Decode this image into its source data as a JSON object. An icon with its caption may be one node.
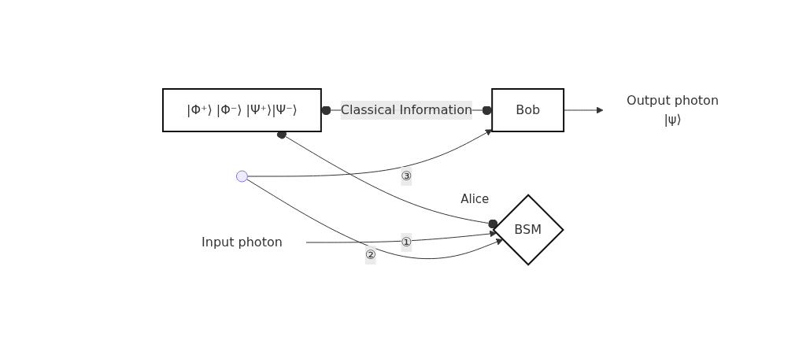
{
  "diagram": {
    "nodes": [
      {
        "text": [
          "|Φ⁺⟩ |Φ⁻⟩ |Ψ⁺⟩|Ψ⁻⟩"
        ]
      },
      {
        "text": [
          "Output photon",
          "|ψ⟩"
        ]
      },
      {
        "text": [
          "Bob"
        ]
      },
      {
        "text": [
          "BSM"
        ],
        "beside": [
          "Alice"
        ]
      },
      {
        "text": [
          "Input photon"
        ]
      },
      {
        "text": [],
        "shape": "star"
      }
    ],
    "edges": [
      {
        "from": 0,
        "to": 2,
        "arrow": "other",
        "label": "Classical Information"
      },
      {
        "from": 2,
        "to": 1,
        "arrow": "to"
      },
      {
        "from": 0,
        "to": 3,
        "arrow": "other"
      },
      {
        "from": 4,
        "to": 3,
        "arrow": "to",
        "label": "①"
      },
      {
        "from": 5,
        "to": 3,
        "arrow": "to",
        "label": "②"
      },
      {
        "from": 5,
        "to": 2,
        "arrow": "to",
        "label": "③"
      }
    ]
  }
}
